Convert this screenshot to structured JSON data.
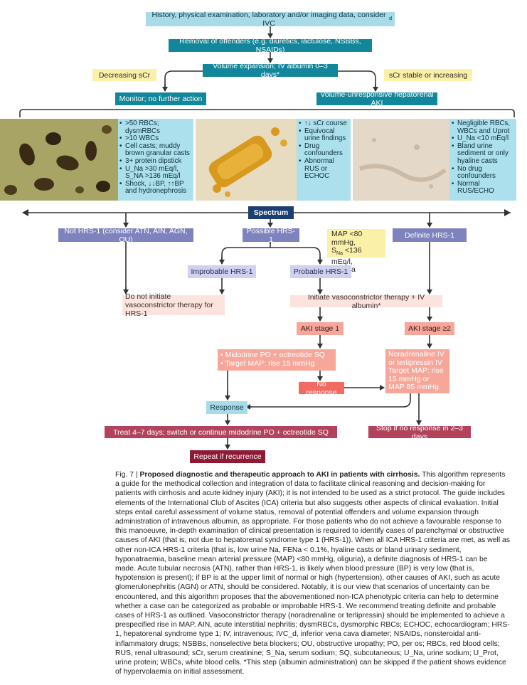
{
  "flow": {
    "history": "History, physical examination, laboratory and/or imaging data, consider IVC",
    "history_sub": "d",
    "removal": "Removal of offenders (e.g. diuretics, lactulose, NSBBs, NSAIDs)",
    "volume": "Volume expansion; IV albumin 0–3 days*",
    "decreasing": "Decreasing sCr",
    "stable": "sCr stable or increasing",
    "monitor": "Monitor; no further action",
    "unresponsive": "Volume-unresponsive hepatorenal AKI",
    "spectrum": "Spectrum",
    "not_hrs": "Not HRS-1 (consider ATN, AIN, AGN, OU)",
    "possible": "Possible HRS-1",
    "definite": "Definite HRS-1",
    "map_line1": "MAP <80 mmHg,",
    "map_s": "S",
    "map_na": "Na",
    "map_line2": " <136 mEq/l,",
    "map_line3": "oliguria",
    "improbable": "Improbable HRS-1",
    "probable": "Probable HRS-1",
    "donot": "Do not initiate vasoconstrictor therapy for HRS-1",
    "initiate": "Initiate vasoconstrictor therapy + IV albumin*",
    "aki1": "AKI stage 1",
    "aki2": "AKI stage ≥2",
    "midodrine1": "Midodrine PO + octreotide SQ",
    "midodrine2": "Target MAP: rise 15 mmHg",
    "noresponse": "No response",
    "noradrenaline": "Noradrenaline IV or terlipressin IV Target MAP: rise 15 mmHg or MAP 85 mmHg",
    "response": "Response",
    "treat": "Treat 4–7 days; switch or continue midodrine PO + octreotide SQ",
    "stop": "Stop if no response in 2–3 days",
    "repeat": "Repeat if recurrence"
  },
  "panels": {
    "p1": [
      ">50 RBCs; dysmRBCs",
      ">10 WBCs",
      "Cell casts; muddy brown granular casts",
      "3+ protein dipstick",
      "U_Na >30 mEq/l, S_NA >136 mEq/l",
      "Shock, ↓↓BP, ↑↑BP and hydronephrosis"
    ],
    "p2": [
      "↑↓ sCr course",
      "Equivocal urine findings",
      "Drug confounders",
      "Abnormal RUS or ECHOC"
    ],
    "p3": [
      "Negligible RBCs, WBCs and Uprot",
      "U_Na <10 mEq/l",
      "Bland urine sediment or only hyaline casts",
      "No drug confounders",
      "Normal RUS/ECHO"
    ]
  },
  "caption": {
    "fig": "Fig. 7 | ",
    "title": "Proposed diagnostic and therapeutic approach to AKI in patients with cirrhosis.",
    "body": " This algorithm represents a guide for the methodical collection and integration of data to facilitate clinical reasoning and decision-making for patients with cirrhosis and acute kidney injury (AKI); it is not intended to be used as a strict protocol. The guide includes elements of the International Club of Ascites (ICA) criteria but also suggests other aspects of clinical evaluation. Initial steps entail careful assessment of volume status, removal of potential offenders and volume expansion through administration of intravenous albumin, as appropriate. For those patients who do not achieve a favourable response to this manoeuvre, in-depth examination of clinical presentation is required to identify cases of parenchymal or obstructive causes of AKI (that is, not due to hepatorenal syndrome type 1 (HRS-1)). When all ICA HRS-1 criteria are met, as well as other non-ICA HRS-1 criteria (that is, low urine Na, FENa < 0.1%, hyaline casts or bland urinary sediment, hyponatraemia, baseline mean arterial pressure (MAP) <80 mmHg, oliguria), a definite diagnosis of HRS-1 can be made. Acute tubular necrosis (ATN), rather than HRS-1, is likely when blood pressure (BP) is very low (that is, hypotension is present); if BP is at the upper limit of normal or high (hypertension), other causes of AKI, such as acute glomerulonephritis (AGN) or ATN, should be considered. Notably, it is our view that scenarios of uncertainty can be encountered, and this algorithm proposes that the abovementioned non-ICA phenotypic criteria can help to determine whether a case can be categorized as probable or improbable HRS-1. We recommend treating definite and probable cases of HRS-1 as outlined. Vasoconstrictor therapy (noradrenaline or terlipressin) should be implemented to achieve a prespecified rise in MAP. AIN, acute interstitial nephritis; dysmRBCs, dysmorphic RBCs; ECHOC, echocardiogram; HRS-1, hepatorenal syndrome type 1; IV, intravenous; IVC_d, inferior vena cava diameter; NSAIDs, nonsteroidal anti-inflammatory drugs; NSBBs, nonselective beta blockers; OU, obstructive uropathy; PO, per os; RBCs, red blood cells; RUS, renal ultrasound; sCr, serum creatinine; S_Na, serum sodium; SQ, subcutaneous; U_Na, urine sodium; U_Prot, urine protein; WBCs, white blood cells. *This step (albumin administration) can be skipped if the patient shows evidence of hypervolaemia on initial assessment."
  }
}
